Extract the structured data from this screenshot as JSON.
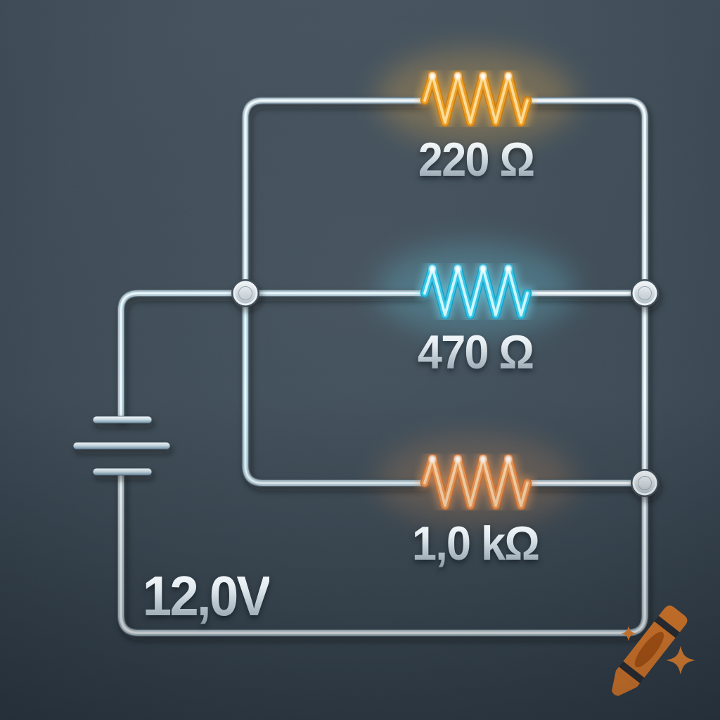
{
  "diagram": {
    "type": "parallel-resistor-circuit",
    "labels": {
      "resistor_1": "220 Ω",
      "resistor_2": "470 Ω",
      "resistor_3": "1,0 kΩ",
      "battery_voltage": "12,0V"
    },
    "colors": {
      "background_top": "#46545f",
      "background_mid": "#3d4b56",
      "background_bottom": "#2c3844",
      "wire_edge": "#5c707c",
      "wire_metal": "#b2c3cd",
      "wire_highlight": "#e7eff3",
      "wire_specular": "#ffffff",
      "wire_cyan_tint": "#a8dcec",
      "resistor_1_core": "#ef9e1f",
      "resistor_1_deep": "#c9790c",
      "resistor_1_light": "#ffe09c",
      "resistor_1_glow": "#ffb747",
      "resistor_2_core": "#35c9ea",
      "resistor_2_deep": "#149fc4",
      "resistor_2_light": "#dbfaff",
      "resistor_2_glow": "#72e3ff",
      "resistor_3_core": "#f09a54",
      "resistor_3_deep": "#d4763a",
      "resistor_3_light": "#ffddb4",
      "resistor_3_glow": "#ffa660",
      "tip_dot": "#ffffff"
    }
  },
  "watermark": {
    "name": "crayon-logo",
    "body_color": "#e8802c",
    "stripe_color": "#2b2e33",
    "label_color": "#bc5a12",
    "sparkle_color": "#f08a33"
  }
}
